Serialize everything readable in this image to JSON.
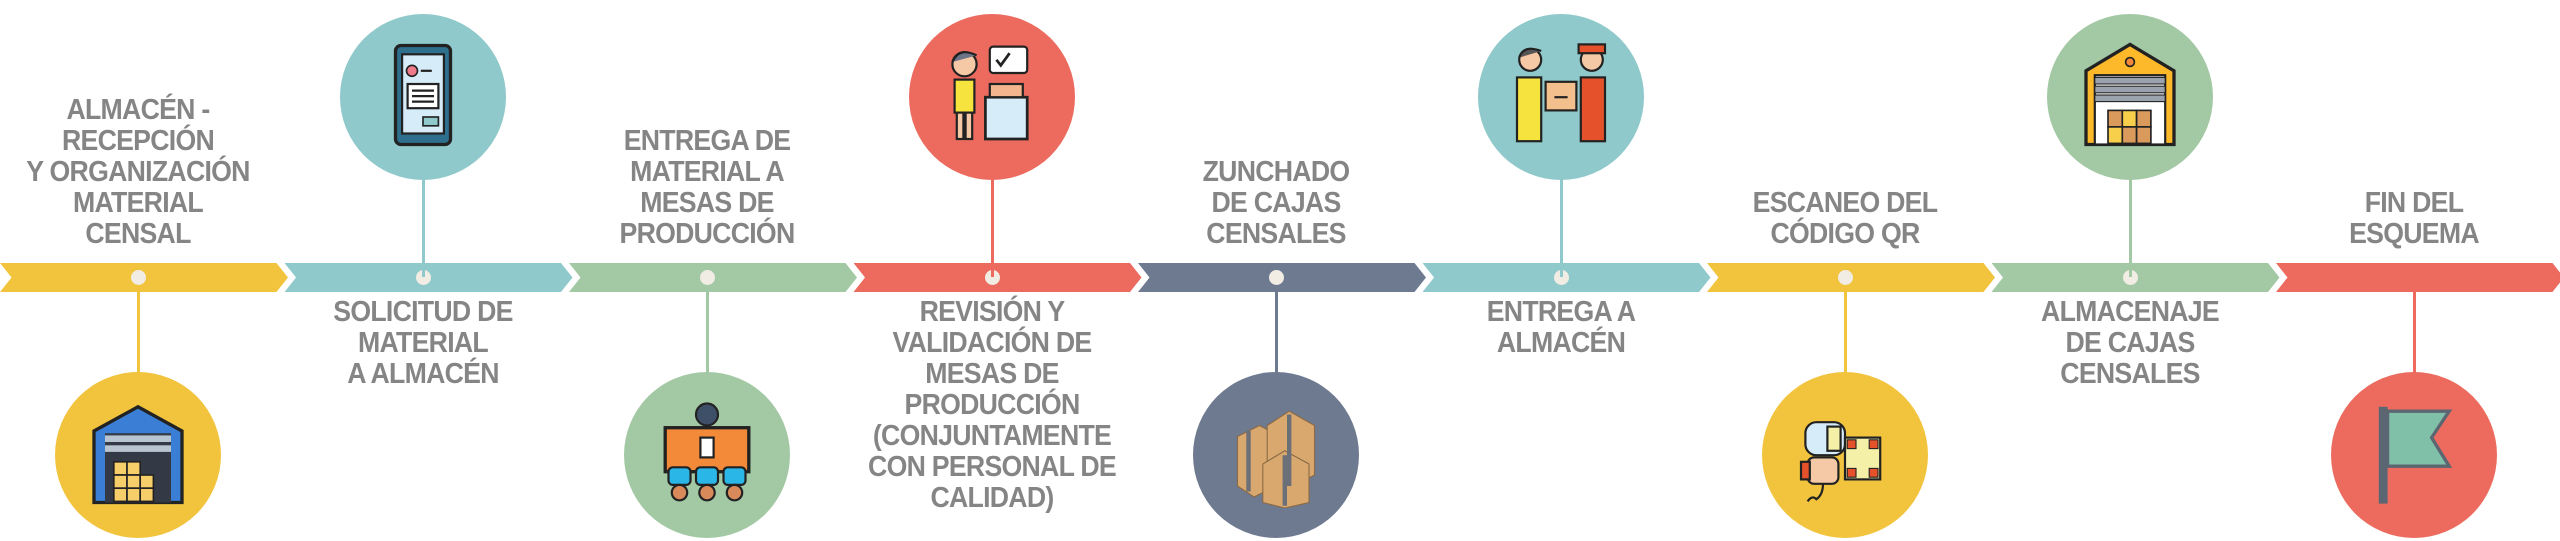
{
  "steps": [
    {
      "label": "ALMACÉN -\nRECEPCIÓN\nY ORGANIZACIÓN\nMATERIAL\nCENSAL",
      "color": "#F2C43D",
      "icon": "warehouse-blue-icon"
    },
    {
      "label": "SOLICITUD DE\nMATERIAL\nA ALMACÉN",
      "color": "#8FC9CB",
      "icon": "smartphone-icon"
    },
    {
      "label": "ENTREGA DE\nMATERIAL A\nMESAS DE\nPRODUCCIÓN",
      "color": "#A3C8A4",
      "icon": "meeting-table-icon"
    },
    {
      "label": "REVISIÓN Y\nVALIDACIÓN DE\nMESAS DE\nPRODUCCIÓN\n(CONJUNTAMENTE\nCON PERSONAL DE\nCALIDAD)",
      "color": "#EC6B5E",
      "icon": "inspector-icon"
    },
    {
      "label": "ZUNCHADO\nDE CAJAS\nCENSALES",
      "color": "#6E7A90",
      "icon": "boxes-icon"
    },
    {
      "label": "ENTREGA A\nALMACÉN",
      "color": "#8FC9CB",
      "icon": "delivery-handover-icon"
    },
    {
      "label": "ESCANEO DEL\nCÓDIGO QR",
      "color": "#F2C43D",
      "icon": "qr-scanner-icon"
    },
    {
      "label": "ALMACENAJE\nDE CAJAS\nCENSALES",
      "color": "#A3C8A4",
      "icon": "warehouse-yellow-icon"
    },
    {
      "label": "FIN DEL\nESQUEMA",
      "color": "#EC6B5E",
      "icon": "flag-icon"
    }
  ]
}
